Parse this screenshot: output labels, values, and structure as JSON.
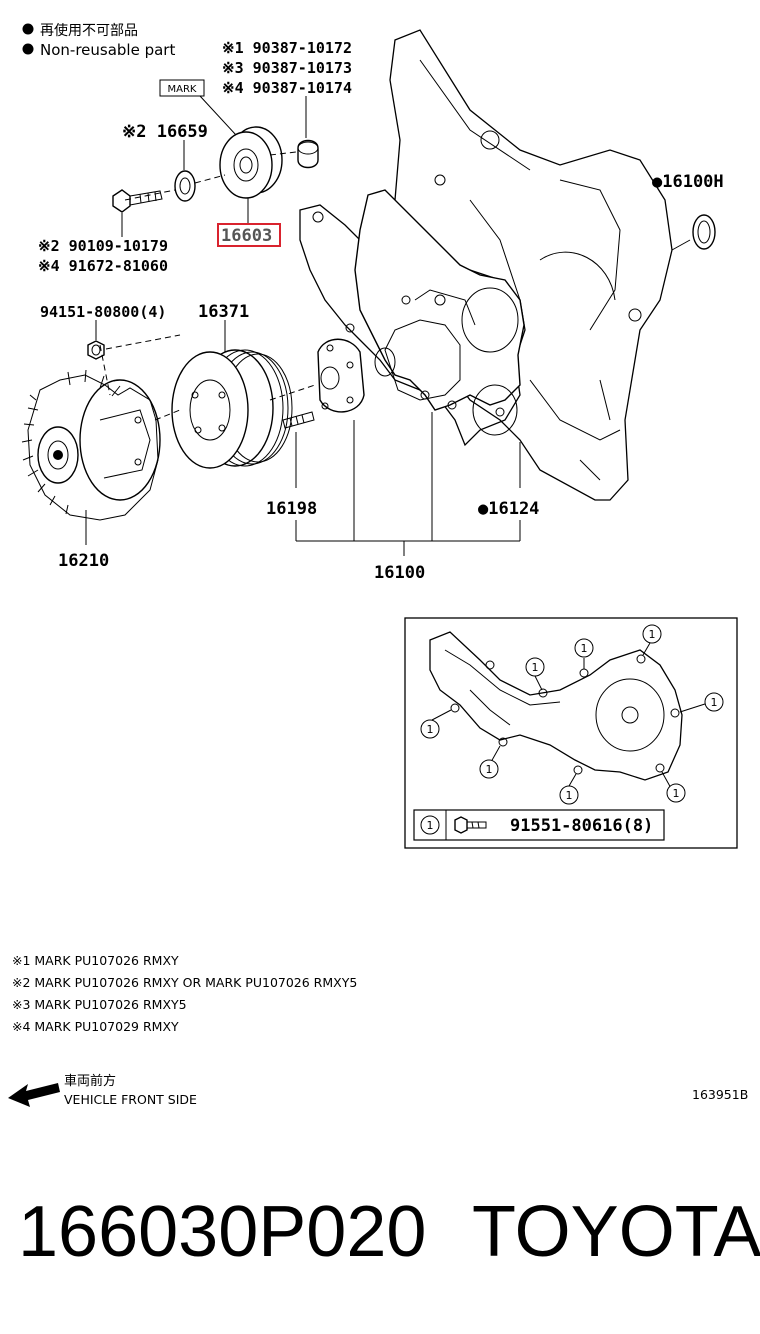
{
  "legend": {
    "jp": "再使用不可部品",
    "en": "Non-reusable part"
  },
  "mark_box": "MARK",
  "callouts": {
    "pn_90387_1": "※1 90387-10172",
    "pn_90387_3": "※3 90387-10173",
    "pn_90387_4": "※4 90387-10174",
    "pn_16659": "※2 16659",
    "pn_16603": "16603",
    "pn_90109": "※2 90109-10179",
    "pn_91672": "※4 91672-81060",
    "pn_94151": "94151-80800(4)",
    "pn_16371": "16371",
    "pn_16100H": "●16100H",
    "pn_16198": "16198",
    "pn_16124": "●16124",
    "pn_16210": "16210",
    "pn_16100": "16100"
  },
  "inset": {
    "marker": "1",
    "bolt_pn": "91551-80616(8)"
  },
  "notes": [
    "※1 MARK PU107026 RMXY",
    "※2 MARK PU107026 RMXY OR MARK PU107026 RMXY5",
    "※3 MARK PU107026 RMXY5",
    "※4 MARK PU107029 RMXY"
  ],
  "direction": {
    "jp": "車両前方",
    "en": "VEHICLE FRONT SIDE"
  },
  "drawing_id": "163951B",
  "footer": {
    "part_number": "166030P020",
    "brand": "TOYOTA"
  },
  "colors": {
    "highlight": "#d9232e",
    "line": "#000000"
  }
}
